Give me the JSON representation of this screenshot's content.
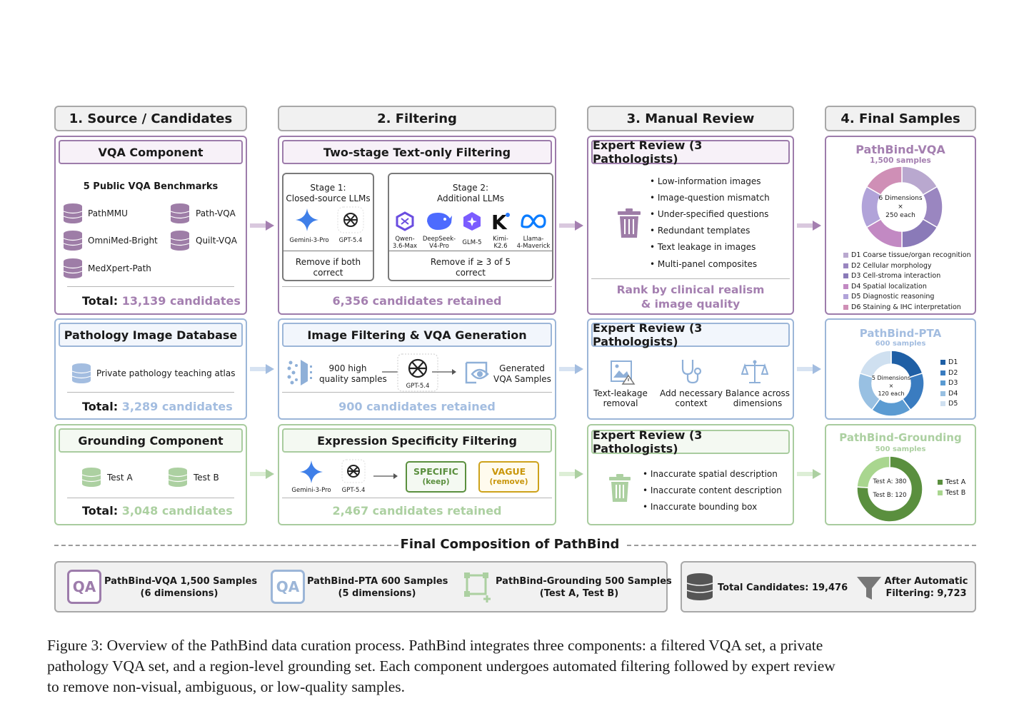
{
  "columns": {
    "source": "1. Source / Candidates",
    "filtering": "2. Filtering",
    "review": "3. Manual Review",
    "final": "4. Final Samples"
  },
  "row_vqa": {
    "source": {
      "heading": "VQA Component",
      "subheading": "5 Public VQA Benchmarks",
      "benchmarks": [
        "PathMMU",
        "Path-VQA",
        "OmniMed-Bright",
        "Quilt-VQA",
        "MedXpert-Path"
      ],
      "total_label": "Total:",
      "total_value": "13,139 candidates"
    },
    "filtering": {
      "heading": "Two-stage Text-only Filtering",
      "stage1_title": "Stage 1:",
      "stage1_sub": "Closed-source LLMs",
      "stage1_models": [
        "Gemini-3-Pro",
        "GPT-5.4"
      ],
      "stage1_rule_1": "Remove if both",
      "stage1_rule_2": "correct",
      "stage2_title": "Stage 2:",
      "stage2_sub": "Additional LLMs",
      "stage2_models": [
        {
          "l1": "Qwen-",
          "l2": "3.6-Max"
        },
        {
          "l1": "DeepSeek-",
          "l2": "V4-Pro"
        },
        {
          "l1": "GLM-5",
          "l2": ""
        },
        {
          "l1": "Kimi-",
          "l2": "K2.6"
        },
        {
          "l1": "Llama-",
          "l2": "4-Maverick"
        }
      ],
      "stage2_rule_1": "Remove if ≥ 3 of 5",
      "stage2_rule_2": "correct",
      "retained": "6,356 candidates retained"
    },
    "review": {
      "heading": "Expert Review (3 Pathologists)",
      "bullets": [
        "• Low-information images",
        "• Image-question mismatch",
        "• Under-specified questions",
        "• Redundant templates",
        "• Text leakage in images",
        "• Multi-panel composites"
      ],
      "rank_1": "Rank by clinical realism",
      "rank_2": "& image quality"
    },
    "final": {
      "title": "PathBind-VQA",
      "samples": "1,500 samples",
      "center_1": "6 Dimensions",
      "center_2": "×",
      "center_3": "250 each",
      "legend": [
        "D1 Coarse tissue/organ recognition",
        "D2 Cellular morphology",
        "D3 Cell-stroma interaction",
        "D4 Spatial localization",
        "D5 Diagnostic reasoning",
        "D6 Staining & IHC interpretation"
      ],
      "colors": [
        "#b9a8cf",
        "#9a86c0",
        "#8a7ab8",
        "#c289c3",
        "#b1a3d9",
        "#cf8fb6"
      ]
    }
  },
  "row_pta": {
    "source": {
      "heading": "Pathology Image Database",
      "item": "Private pathology teaching atlas",
      "total_label": "Total:",
      "total_value": "3,289 candidates"
    },
    "filtering": {
      "heading": "Image Filtering & VQA Generation",
      "step1_1": "900 high",
      "step1_2": "quality samples",
      "model": "GPT-5.4",
      "step3_1": "Generated",
      "step3_2": "VQA Samples",
      "retained": "900 candidates retained"
    },
    "review": {
      "heading": "Expert Review (3 Pathologists)",
      "actions": [
        {
          "l1": "Text-leakage",
          "l2": "removal"
        },
        {
          "l1": "Add necessary",
          "l2": "context"
        },
        {
          "l1": "Balance across",
          "l2": "dimensions"
        }
      ]
    },
    "final": {
      "title": "PathBind-PTA",
      "samples": "600 samples",
      "center_1": "5 Dimensions",
      "center_2": "×",
      "center_3": "120 each",
      "legend": [
        "D1",
        "D2",
        "D3",
        "D4",
        "D5"
      ],
      "colors": [
        "#1f5fa5",
        "#3a7cc0",
        "#5b9bd2",
        "#98c0e2",
        "#cfe0f0"
      ]
    }
  },
  "row_grounding": {
    "source": {
      "heading": "Grounding Component",
      "items": [
        "Test A",
        "Test B"
      ],
      "total_label": "Total:",
      "total_value": "3,048 candidates"
    },
    "filtering": {
      "heading": "Expression Specificity Filtering",
      "models": [
        "Gemini-3-Pro",
        "GPT-5.4"
      ],
      "specific_1": "SPECIFIC",
      "specific_2": "(keep)",
      "vague_1": "VAGUE",
      "vague_2": "(remove)",
      "retained": "2,467 candidates retained"
    },
    "review": {
      "heading": "Expert Review (3 Pathologists)",
      "bullets": [
        "• Inaccurate spatial description",
        "• Inaccurate content description",
        "• Inaccurate bounding box"
      ]
    },
    "final": {
      "title": "PathBind-Grounding",
      "samples": "500 samples",
      "test_a": "Test A: 380",
      "test_b": "Test B: 120",
      "legend": [
        "Test A",
        "Test B"
      ],
      "values": [
        380,
        120
      ],
      "colors": [
        "#5a8f3e",
        "#a9d68f"
      ]
    }
  },
  "composition": {
    "title": "Final Composition of PathBind",
    "vqa_icon": "QA",
    "vqa_1": "PathBind-VQA 1,500 Samples",
    "vqa_2": "(6 dimensions)",
    "pta_icon": "QA",
    "pta_1": "PathBind-PTA 600 Samples",
    "pta_2": "(5 dimensions)",
    "grd_1": "PathBind-Grounding 500 Samples",
    "grd_2": "(Test A, Test B)",
    "total": "Total Candidates: 19,476",
    "after_1": "After Automatic",
    "after_2": "Filtering: 9,723"
  },
  "caption": [
    "Figure 3: Overview of the PathBind data curation process. PathBind integrates three components: a filtered VQA set, a private",
    "pathology VQA set, and a region-level grounding set. Each component undergoes automated filtering followed by expert review",
    "to remove non-visual, ambiguous, or low-quality samples."
  ],
  "colors": {
    "purple": "#9d7cab",
    "blue": "#9cb6d8",
    "green": "#a9cc9f"
  }
}
